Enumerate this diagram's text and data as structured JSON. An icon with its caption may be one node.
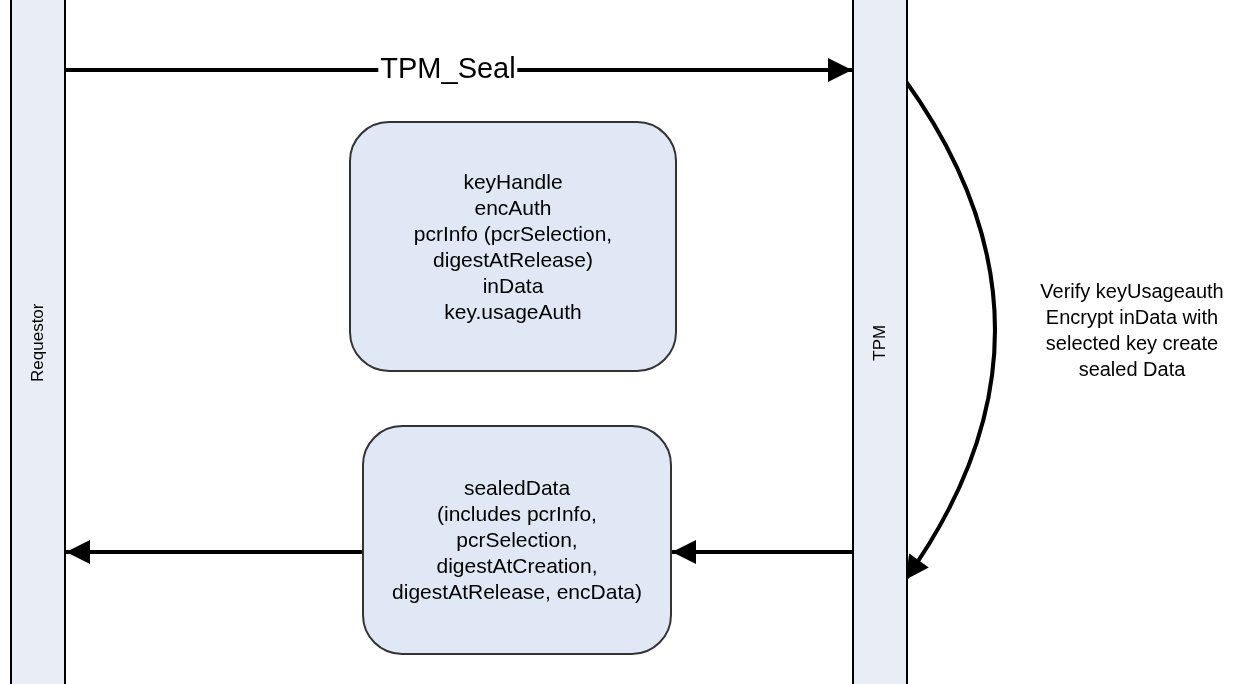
{
  "diagram": {
    "nodes": [
      {
        "text": [
          "Requestor"
        ]
      },
      {
        "text": [
          "TPM"
        ]
      },
      {
        "text": [
          "keyHandle",
          "encAuth",
          "pcrInfo (pcrSelection, digestAtRelease)",
          "inData",
          "key.usageAuth"
        ]
      },
      {
        "text": [
          "sealedData",
          "(includes pcrInfo, pcrSelection, digestAtCreation, digestAtRelease, encData)"
        ]
      }
    ],
    "edges": [
      {
        "from": 0,
        "to": 1,
        "arrow": "to",
        "label": "TPM_Seal"
      },
      {
        "from": 1,
        "to": 3,
        "arrow": "to"
      },
      {
        "from": 3,
        "to": 0,
        "arrow": "to"
      },
      {
        "from": 1,
        "to": 1,
        "arrow": "to",
        "label": "Verify keyUsageauth Encrypt inData with selected key create sealed Data"
      }
    ]
  }
}
